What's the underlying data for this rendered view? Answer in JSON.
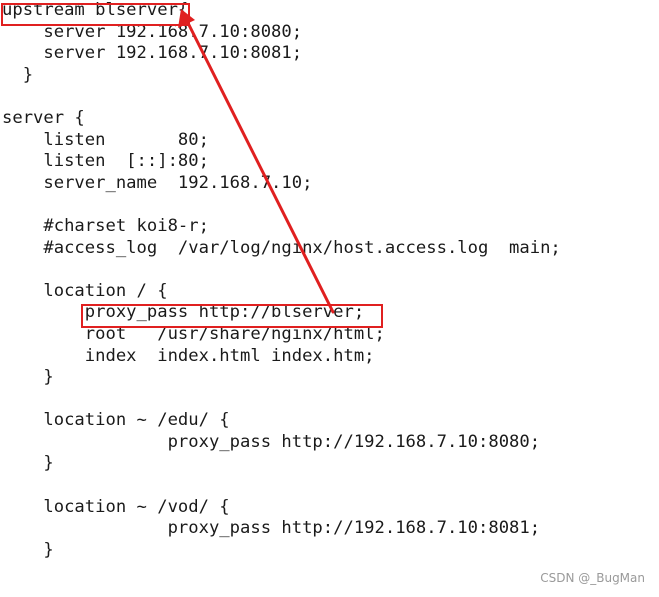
{
  "code_lines": [
    "upstream blserver{",
    "    server 192.168.7.10:8080;",
    "    server 192.168.7.10:8081;",
    "  }",
    "",
    "server {",
    "    listen       80;",
    "    listen  [::]:80;",
    "    server_name  192.168.7.10;",
    "",
    "    #charset koi8-r;",
    "    #access_log  /var/log/nginx/host.access.log  main;",
    "",
    "    location / {",
    "        proxy_pass http://blserver;",
    "        root   /usr/share/nginx/html;",
    "        index  index.html index.htm;",
    "    }",
    "",
    "    location ~ /edu/ {",
    "                proxy_pass http://192.168.7.10:8080;",
    "    }",
    "",
    "    location ~ /vod/ {",
    "                proxy_pass http://192.168.7.10:8081;",
    "    }"
  ],
  "annotation_color": "#e02020",
  "watermark": "CSDN @_BugMan"
}
